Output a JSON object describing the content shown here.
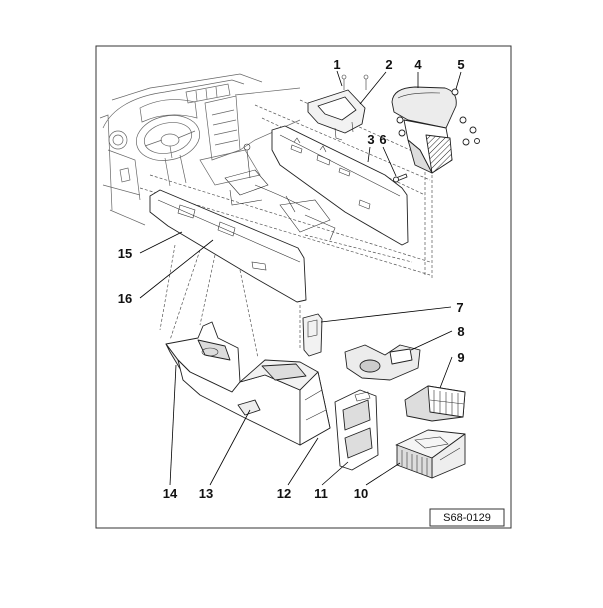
{
  "callouts": [
    "1",
    "2",
    "3",
    "4",
    "5",
    "6",
    "7",
    "8",
    "9",
    "10",
    "11",
    "12",
    "13",
    "14",
    "15",
    "16"
  ],
  "figure_code": "S68-0129"
}
